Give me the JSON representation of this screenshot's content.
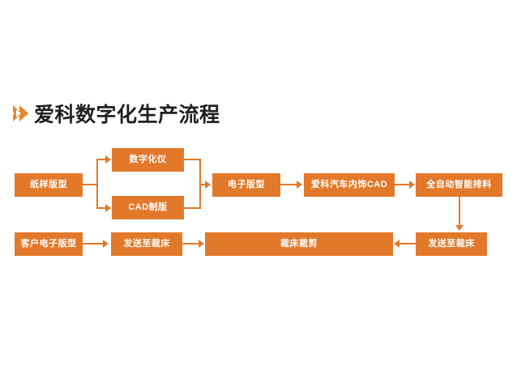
{
  "page": {
    "background_color": "#FFFFFF",
    "accent_color": "#E2792A",
    "title_color": "#231F20"
  },
  "header": {
    "chevron_icon": "double-chevron-right-icon",
    "title": "爱科数字化生产流程"
  },
  "flowchart": {
    "type": "process-flow-diagram",
    "nodes": [
      {
        "id": "n1",
        "label": "纸样版型"
      },
      {
        "id": "n2",
        "label": "数字化仪"
      },
      {
        "id": "n3",
        "label": "CAD制版"
      },
      {
        "id": "n4",
        "label": "电子版型"
      },
      {
        "id": "n5",
        "label": "爱科汽车内饰CAD"
      },
      {
        "id": "n6",
        "label": "全自动智能排料"
      },
      {
        "id": "n7",
        "label": "发送至裁床"
      },
      {
        "id": "n8",
        "label": "裁床裁剪"
      },
      {
        "id": "n9",
        "label": "发送至裁床"
      },
      {
        "id": "n10",
        "label": "客户电子版型"
      }
    ]
  }
}
